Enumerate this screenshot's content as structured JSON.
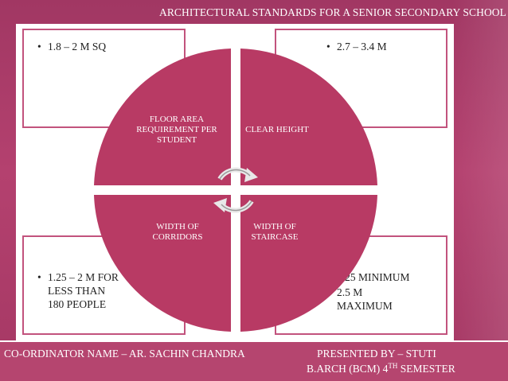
{
  "slide": {
    "title": "ARCHITECTURAL STANDARDS FOR A SENIOR SECONDARY SCHOOL",
    "colors": {
      "accent": "#a83c67",
      "wheel": "#b83a64",
      "panel": "#ffffff"
    }
  },
  "diagram": {
    "quadrants": [
      {
        "label": "FLOOR AREA REQUIREMENT PER STUDENT",
        "details": [
          "1.8 – 2 M SQ"
        ]
      },
      {
        "label": "CLEAR HEIGHT",
        "details": [
          "2.7 – 3.4 M"
        ]
      },
      {
        "label": "WIDTH OF CORRIDORS",
        "details": [
          "1.25 – 2 M FOR LESS THAN 180 PEOPLE"
        ]
      },
      {
        "label": "WIDTH OF STAIRCASE",
        "details": [
          "1.25 MINIMUM",
          "2.5 M MAXIMUM"
        ]
      }
    ],
    "cycle_icon": "cycle-arrows-icon"
  },
  "footer": {
    "coordinator": "CO-ORDINATOR NAME – AR. SACHIN CHANDRA",
    "presented_by": "PRESENTED BY – STUTI",
    "course_prefix": "B.ARCH (BCM) 4",
    "course_sup": "TH",
    "course_suffix": " SEMESTER"
  }
}
